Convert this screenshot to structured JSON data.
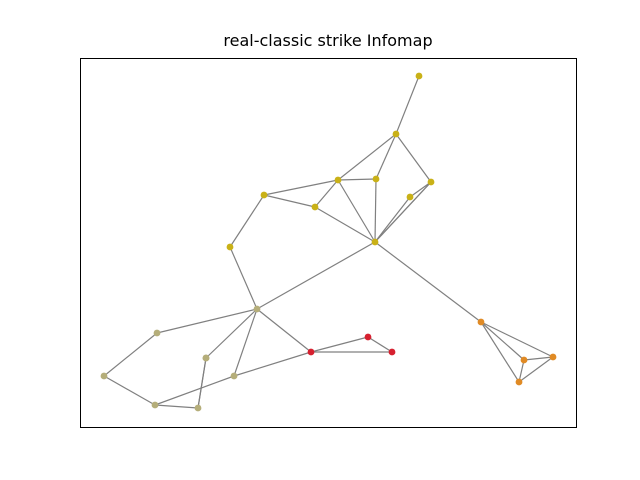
{
  "title": "real-classic strike Infomap",
  "colors": {
    "edge": "#808080",
    "frame": "#000000",
    "community_yellow": "#c9b117",
    "community_khaki": "#b5ae7a",
    "community_red": "#d6202f",
    "community_orange": "#e08a24"
  },
  "nodes": [
    {
      "id": "n0",
      "community": "yellow"
    },
    {
      "id": "n1",
      "community": "yellow"
    },
    {
      "id": "n2",
      "community": "yellow"
    },
    {
      "id": "n3",
      "community": "yellow"
    },
    {
      "id": "n4",
      "community": "yellow"
    },
    {
      "id": "n5",
      "community": "yellow"
    },
    {
      "id": "n6",
      "community": "yellow"
    },
    {
      "id": "n7",
      "community": "yellow"
    },
    {
      "id": "n8",
      "community": "yellow"
    },
    {
      "id": "n9",
      "community": "khaki"
    },
    {
      "id": "n10",
      "community": "khaki"
    },
    {
      "id": "n11",
      "community": "khaki"
    },
    {
      "id": "n12",
      "community": "khaki"
    },
    {
      "id": "n13",
      "community": "khaki"
    },
    {
      "id": "n14",
      "community": "khaki"
    },
    {
      "id": "n15",
      "community": "khaki"
    },
    {
      "id": "n16",
      "community": "khaki"
    },
    {
      "id": "n17",
      "community": "red"
    },
    {
      "id": "n18",
      "community": "red"
    },
    {
      "id": "n19",
      "community": "red"
    },
    {
      "id": "n20",
      "community": "orange"
    },
    {
      "id": "n21",
      "community": "orange"
    },
    {
      "id": "n22",
      "community": "orange"
    },
    {
      "id": "n23",
      "community": "orange"
    }
  ],
  "edges": [
    [
      "n0",
      "n1"
    ],
    [
      "n1",
      "n2"
    ],
    [
      "n1",
      "n4"
    ],
    [
      "n1",
      "n8"
    ],
    [
      "n2",
      "n3"
    ],
    [
      "n2",
      "n5"
    ],
    [
      "n2",
      "n6"
    ],
    [
      "n3",
      "n6"
    ],
    [
      "n3",
      "n7"
    ],
    [
      "n4",
      "n6"
    ],
    [
      "n5",
      "n6"
    ],
    [
      "n8",
      "n6"
    ],
    [
      "n7",
      "n8"
    ],
    [
      "n6",
      "n20"
    ],
    [
      "n3",
      "n9"
    ],
    [
      "n9",
      "n10"
    ],
    [
      "n10",
      "n6"
    ],
    [
      "n10",
      "n11"
    ],
    [
      "n10",
      "n13"
    ],
    [
      "n10",
      "n17"
    ],
    [
      "n11",
      "n12"
    ],
    [
      "n12",
      "n14"
    ],
    [
      "n14",
      "n15"
    ],
    [
      "n13",
      "n15"
    ],
    [
      "n13",
      "n17"
    ],
    [
      "n15",
      "n16"
    ],
    [
      "n16",
      "n14"
    ],
    [
      "n17",
      "n18"
    ],
    [
      "n17",
      "n19"
    ],
    [
      "n18",
      "n19"
    ],
    [
      "n20",
      "n21"
    ],
    [
      "n20",
      "n22"
    ],
    [
      "n20",
      "n23"
    ],
    [
      "n21",
      "n23"
    ],
    [
      "n21",
      "n22"
    ],
    [
      "n22",
      "n23"
    ]
  ]
}
